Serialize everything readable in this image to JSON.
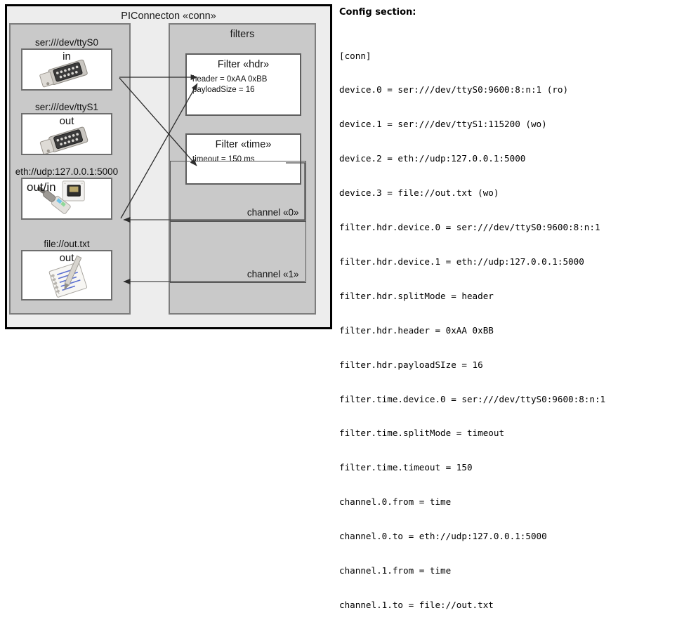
{
  "diagram": {
    "title": "PIConnecton «conn»",
    "devices_panel": {
      "title": "",
      "devices": [
        {
          "label": "ser:///dev/ttyS0",
          "io": "in",
          "icon": "serial-port-icon"
        },
        {
          "label": "ser:///dev/ttyS1",
          "io": "out",
          "icon": "serial-port-icon"
        },
        {
          "label": "eth://udp:127.0.0.1:5000",
          "io": "out/in",
          "icon": "ethernet-jack-icon"
        },
        {
          "label": "file://out.txt",
          "io": "out",
          "icon": "text-file-icon"
        }
      ]
    },
    "filters_panel": {
      "title": "filters",
      "filters": [
        {
          "title": "Filter «hdr»",
          "props": [
            "header = 0xAA 0xBB",
            "payloadSize = 16"
          ]
        },
        {
          "title": "Filter «time»",
          "props": [
            "timeout = 150 ms"
          ]
        }
      ],
      "channels": [
        {
          "label": "channel «0»"
        },
        {
          "label": "channel «1»"
        }
      ]
    }
  },
  "config": {
    "heading": "Config section:",
    "lines": [
      "[conn]",
      "device.0 = ser:///dev/ttyS0:9600:8:n:1 (ro)",
      "device.1 = ser:///dev/ttyS1:115200 (wo)",
      "device.2 = eth://udp:127.0.0.1:5000",
      "device.3 = file://out.txt (wo)",
      "filter.hdr.device.0 = ser:///dev/ttyS0:9600:8:n:1",
      "filter.hdr.device.1 = eth://udp:127.0.0.1:5000",
      "filter.hdr.splitMode = header",
      "filter.hdr.header = 0xAA 0xBB",
      "filter.hdr.payloadSIze = 16",
      "filter.time.device.0 = ser:///dev/ttyS0:9600:8:n:1",
      "filter.time.splitMode = timeout",
      "filter.time.timeout = 150",
      "channel.0.from = time",
      "channel.0.to = eth://udp:127.0.0.1:5000",
      "channel.1.from = time",
      "channel.1.to = file://out.txt"
    ]
  },
  "colors": {
    "outer_fill": "#ededed",
    "panel_fill": "#c9c9c9",
    "card_fill": "#ffffff",
    "border_dark": "#000000",
    "border_gray": "#7d7d7d",
    "wire": "#333333"
  }
}
